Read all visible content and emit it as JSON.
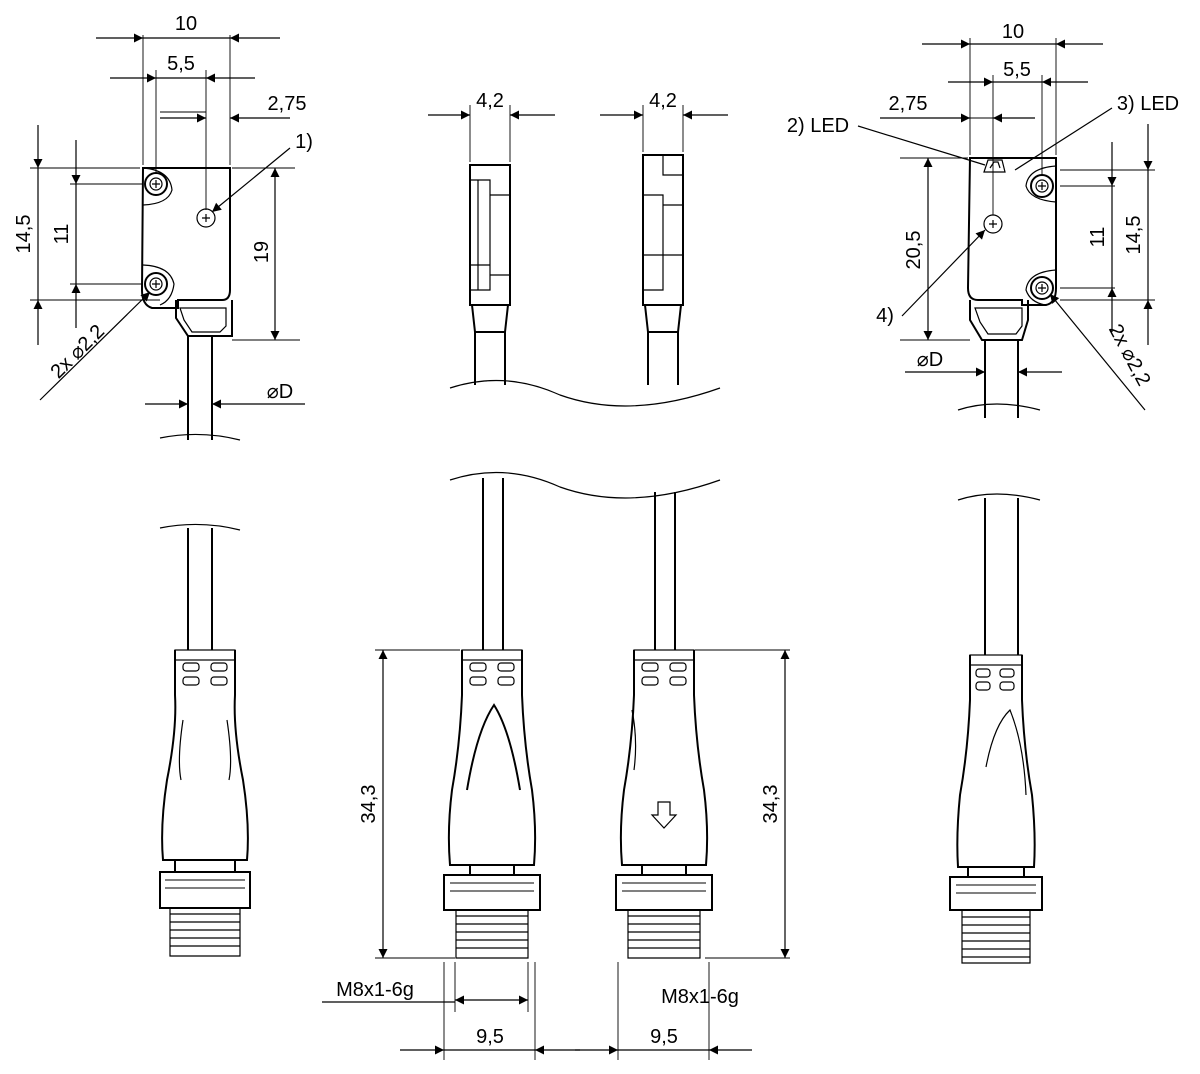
{
  "labels": {
    "d_10": "10",
    "d_5_5": "5,5",
    "d_2_75": "2,75",
    "d_14_5": "14,5",
    "d_11": "11",
    "d_19": "19",
    "d_20_5": "20,5",
    "d_4_2": "4,2",
    "d_34_3": "34,3",
    "d_9_5": "9,5",
    "hole_spec": "2x ⌀2,2",
    "cable_d": "⌀D",
    "note_1": "1)",
    "note_2_led": "2) LED",
    "note_3_led": "3) LED",
    "note_4": "4)",
    "thread": "M8x1-6g"
  }
}
